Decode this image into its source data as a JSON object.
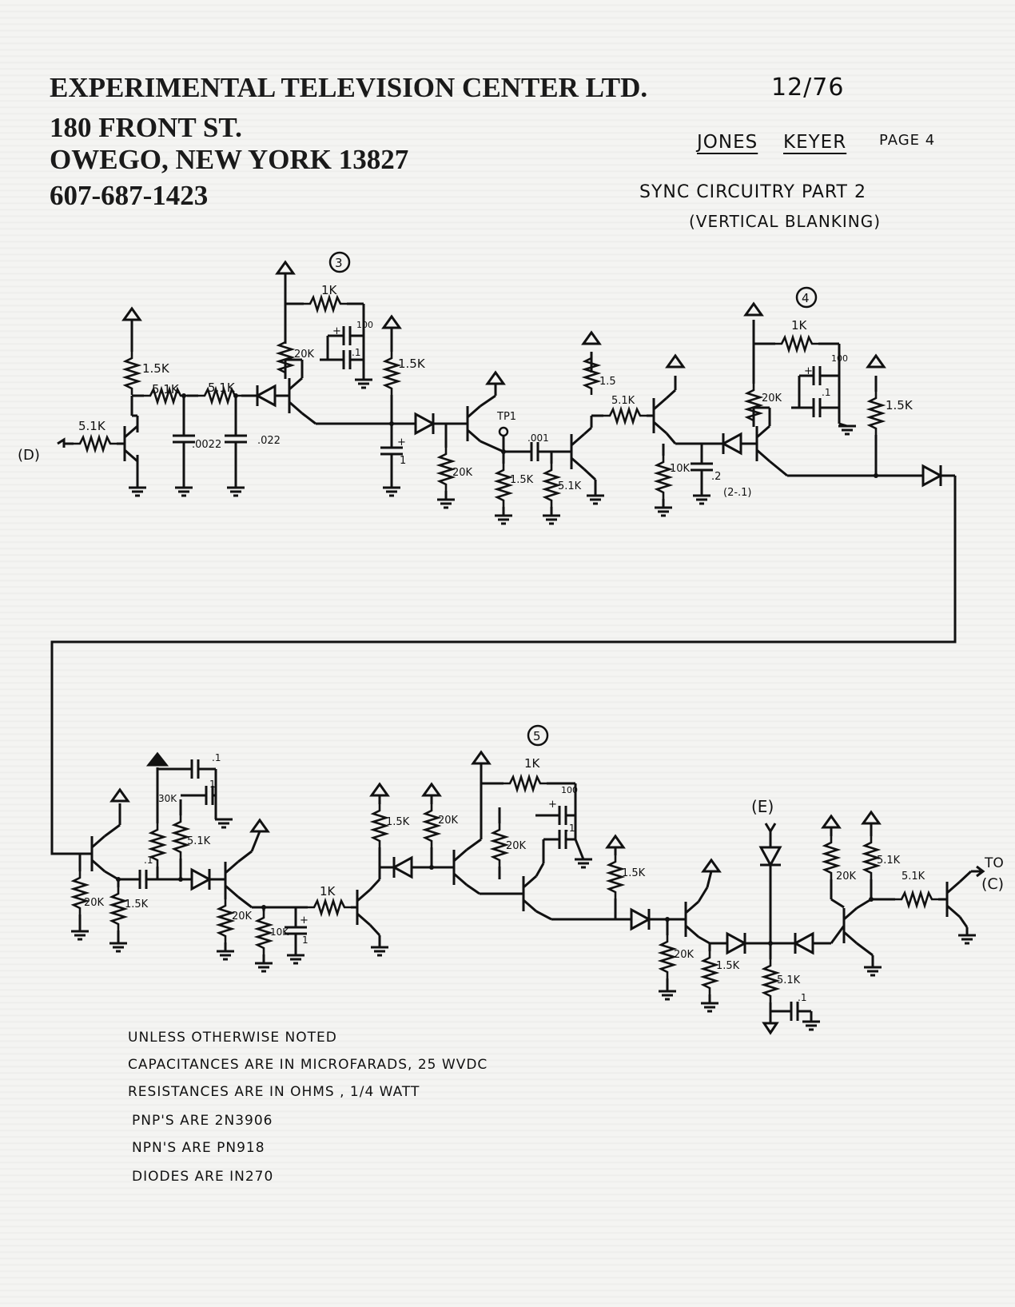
{
  "header": {
    "company": "EXPERIMENTAL TELEVISION CENTER LTD.",
    "street": "180 FRONT ST.",
    "city": "OWEGO, NEW YORK  13827",
    "phone": "607-687-1423",
    "date": "12/76"
  },
  "title": {
    "word1": "JONES",
    "word2": "KEYER",
    "page": "PAGE 4",
    "line2": "SYNC CIRCUITRY PART 2",
    "line3": "(VERTICAL BLANKING)"
  },
  "schematic": {
    "input_label": "(D)",
    "tp_label": "TP1",
    "node3": "3",
    "node4": "4",
    "node5": "5",
    "e_label": "(E)",
    "to_label": "TO",
    "c_label": "(C)",
    "res_5k1": "5.1K",
    "res_1k5": "1.5K",
    "res_1k": "1K",
    "res_20k": "20K",
    "res_10k": "10K",
    "res_30k": "30K",
    "res_1_5": "1.5",
    "cap_0022": ".0022",
    "cap_022": ".022",
    "cap_001": ".001",
    "cap_1": ".1",
    "cap_2": ".2",
    "cap_2_1": "(2-.1)",
    "cap_one": "1",
    "cap_100": "100",
    "plus": "+"
  },
  "notes": {
    "line1": "UNLESS OTHERWISE NOTED",
    "line2": "CAPACITANCES ARE IN MICROFARADS,   25 WVDC",
    "line3": "RESISTANCES ARE IN OHMS  ,  1/4 WATT",
    "line4": "PNP'S  ARE   2N3906",
    "line5": "NPN'S ARE   PN918",
    "line6": "DIODES ARE   IN270"
  }
}
